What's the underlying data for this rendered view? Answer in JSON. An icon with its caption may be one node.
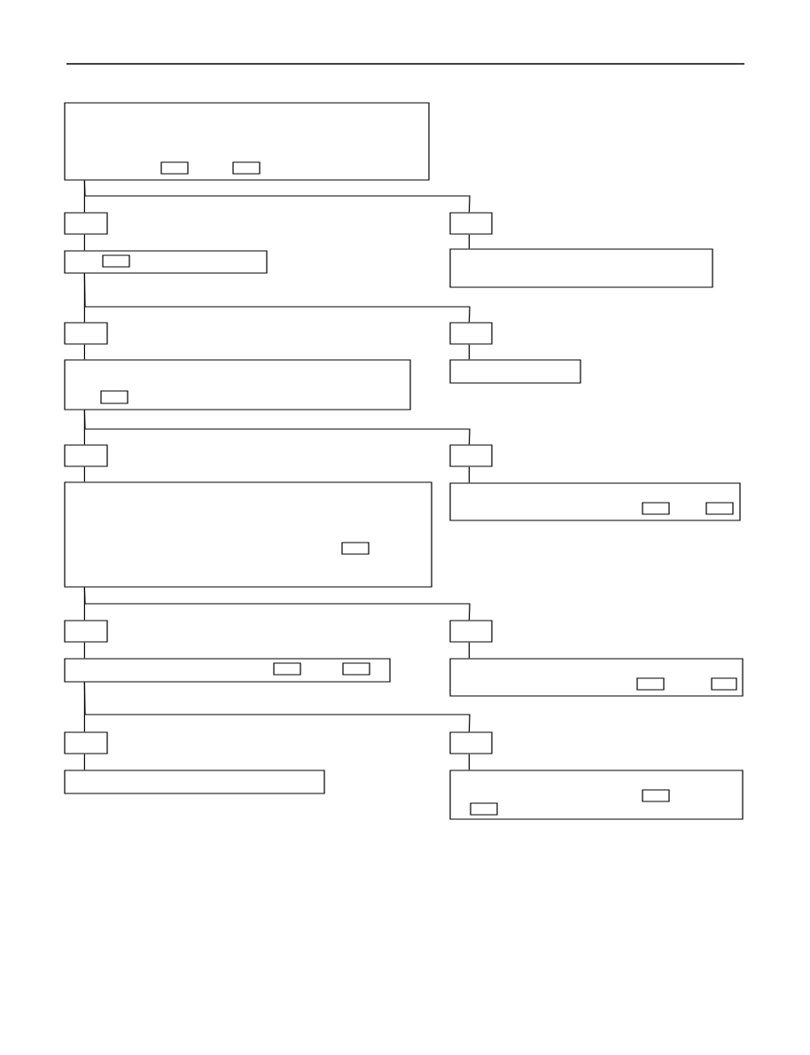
{
  "diagram": {
    "nodes": [
      {
        "text": [],
        "shape": "box"
      },
      {
        "text": [],
        "shape": "box",
        "in": 0
      },
      {
        "text": [],
        "shape": "box",
        "in": 0
      },
      {
        "text": [],
        "shape": "box"
      },
      {
        "text": [],
        "shape": "box"
      },
      {
        "text": [],
        "shape": "box"
      },
      {
        "text": [],
        "shape": "box",
        "in": 5
      },
      {
        "text": [],
        "shape": "box"
      },
      {
        "text": [],
        "shape": "box"
      },
      {
        "text": [],
        "shape": "box"
      },
      {
        "text": [],
        "shape": "box"
      },
      {
        "text": [],
        "shape": "box",
        "in": 10
      },
      {
        "text": [],
        "shape": "box"
      },
      {
        "text": [],
        "shape": "box"
      },
      {
        "text": [],
        "shape": "box"
      },
      {
        "text": [],
        "shape": "box"
      },
      {
        "text": [],
        "shape": "box",
        "in": 15
      },
      {
        "text": [],
        "shape": "box"
      },
      {
        "text": [],
        "shape": "box",
        "in": 17
      },
      {
        "text": [],
        "shape": "box",
        "in": 17
      },
      {
        "text": [],
        "shape": "box"
      },
      {
        "text": [],
        "shape": "box"
      },
      {
        "text": [],
        "shape": "box"
      },
      {
        "text": [],
        "shape": "box",
        "in": 22
      },
      {
        "text": [],
        "shape": "box",
        "in": 22
      },
      {
        "text": [],
        "shape": "box"
      },
      {
        "text": [],
        "shape": "box",
        "in": 25
      },
      {
        "text": [],
        "shape": "box",
        "in": 25
      },
      {
        "text": [],
        "shape": "box"
      },
      {
        "text": [],
        "shape": "box"
      },
      {
        "text": [],
        "shape": "box"
      },
      {
        "text": [],
        "shape": "box"
      },
      {
        "text": [],
        "shape": "box",
        "in": 31
      },
      {
        "text": [],
        "shape": "box",
        "in": 31
      }
    ],
    "edges": [
      {
        "from": 0,
        "to": 3,
        "arrow": "none"
      },
      {
        "from": 0,
        "to": 4,
        "arrow": "none"
      },
      {
        "from": 3,
        "to": 5,
        "arrow": "none"
      },
      {
        "from": 4,
        "to": 7,
        "arrow": "none"
      },
      {
        "from": 5,
        "to": 8,
        "arrow": "none"
      },
      {
        "from": 5,
        "to": 9,
        "arrow": "none"
      },
      {
        "from": 8,
        "to": 10,
        "arrow": "none"
      },
      {
        "from": 9,
        "to": 12,
        "arrow": "none"
      },
      {
        "from": 10,
        "to": 13,
        "arrow": "none"
      },
      {
        "from": 10,
        "to": 14,
        "arrow": "none"
      },
      {
        "from": 13,
        "to": 15,
        "arrow": "none"
      },
      {
        "from": 14,
        "to": 17,
        "arrow": "none"
      },
      {
        "from": 15,
        "to": 20,
        "arrow": "none"
      },
      {
        "from": 15,
        "to": 21,
        "arrow": "none"
      },
      {
        "from": 20,
        "to": 22,
        "arrow": "none"
      },
      {
        "from": 21,
        "to": 25,
        "arrow": "none"
      },
      {
        "from": 22,
        "to": 28,
        "arrow": "none"
      },
      {
        "from": 22,
        "to": 29,
        "arrow": "none"
      },
      {
        "from": 28,
        "to": 30,
        "arrow": "none"
      },
      {
        "from": 29,
        "to": 31,
        "arrow": "none"
      }
    ]
  }
}
